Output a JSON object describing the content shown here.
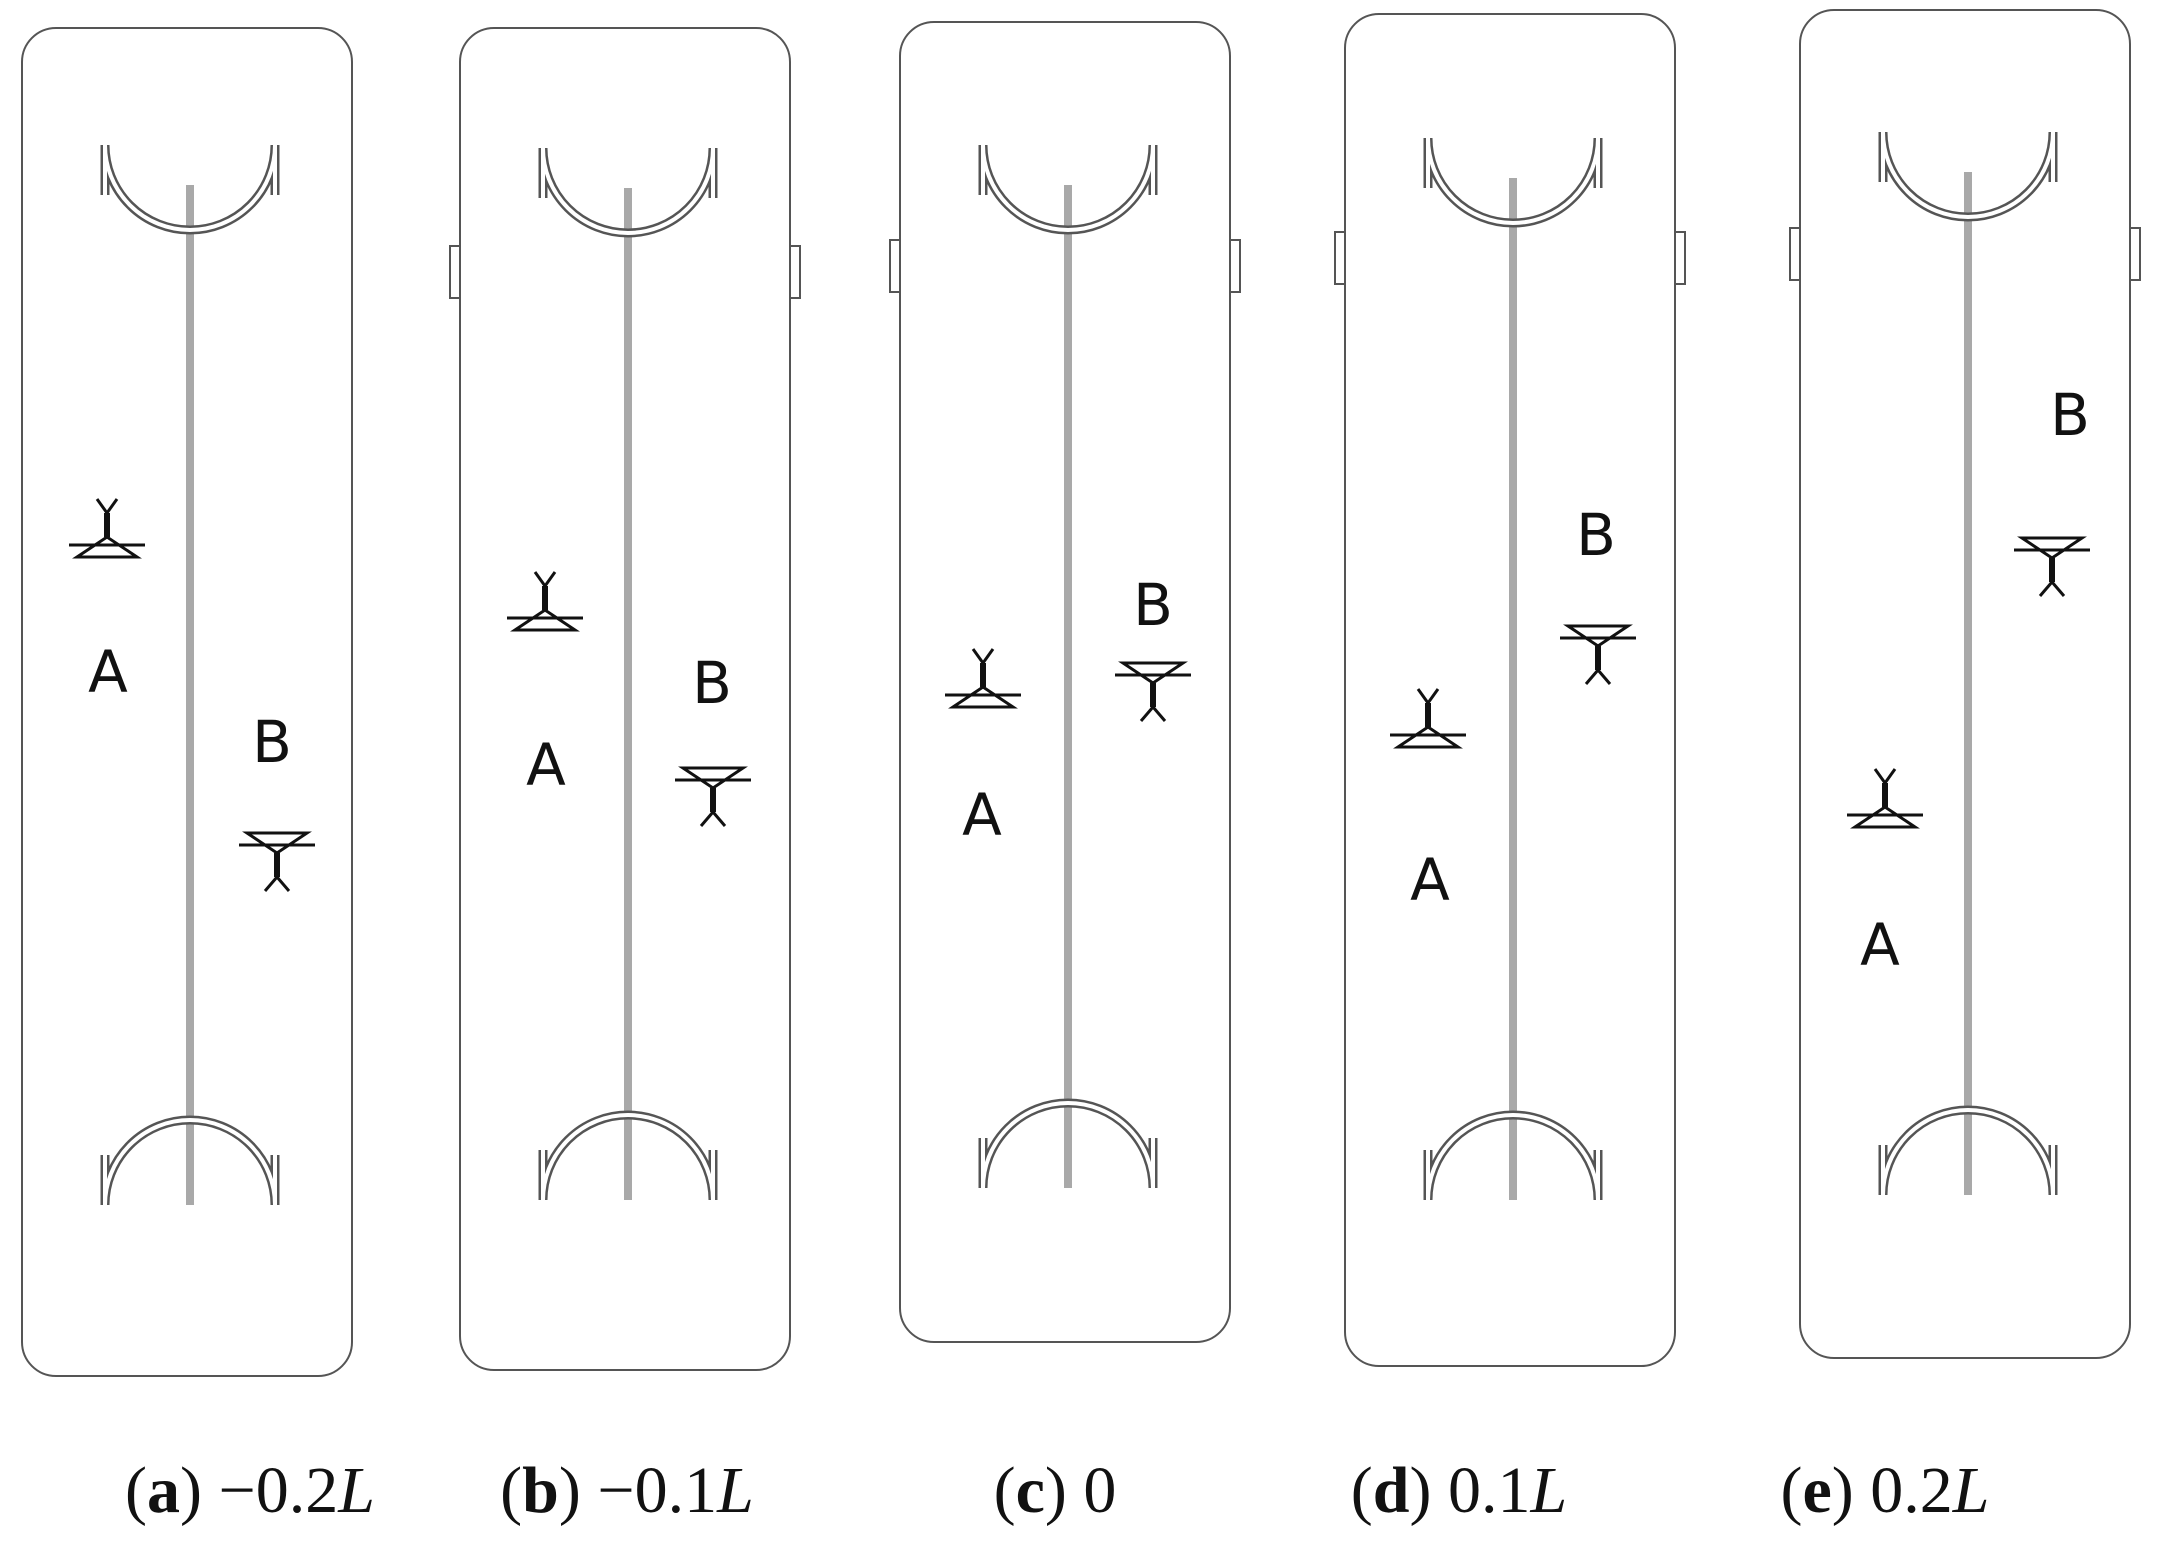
{
  "panels": [
    {
      "letter": "a",
      "value_prefix": "−0.2",
      "value_unit": "L",
      "point_a": "A",
      "point_b": "B",
      "offset": -0.2
    },
    {
      "letter": "b",
      "value_prefix": "−0.1",
      "value_unit": "L",
      "point_a": "A",
      "point_b": "B",
      "offset": -0.1
    },
    {
      "letter": "c",
      "value_prefix": "0",
      "value_unit": "",
      "point_a": "A",
      "point_b": "B",
      "offset": 0
    },
    {
      "letter": "d",
      "value_prefix": "0.1",
      "value_unit": "L",
      "point_a": "A",
      "point_b": "B",
      "offset": 0.1
    },
    {
      "letter": "e",
      "value_prefix": "0.2",
      "value_unit": "L",
      "point_a": "A",
      "point_b": "B",
      "offset": 0.2
    }
  ],
  "colors": {
    "outline": "#555555",
    "rod": "#a9a9a9",
    "ink": "#111111"
  }
}
